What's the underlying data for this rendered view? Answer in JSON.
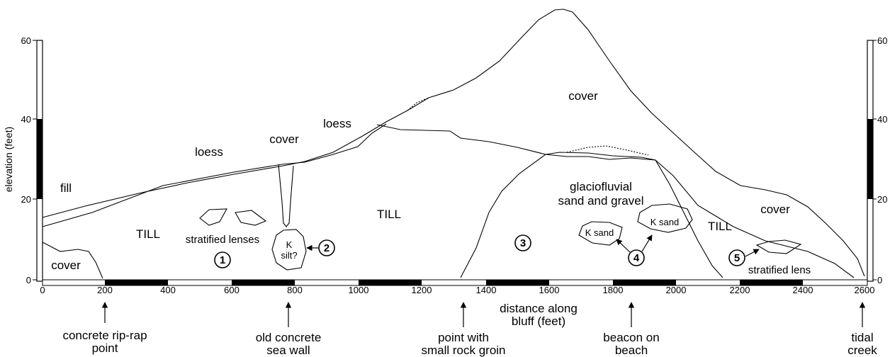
{
  "axes": {
    "y_label": "elevation (feet)",
    "y_ticks": [
      "0",
      "20",
      "40",
      "60"
    ],
    "x_ticks": [
      "0",
      "200",
      "400",
      "600",
      "800",
      "1000",
      "1200",
      "1400",
      "1600",
      "1800",
      "2000",
      "2200",
      "2400",
      "2600"
    ],
    "x_label_line1": "distance along",
    "x_label_line2": "bluff (feet)",
    "x_range": [
      0,
      2600
    ],
    "y_range": [
      0,
      60
    ]
  },
  "units": {
    "cover_large": "cover",
    "cover_left_bottom": "cover",
    "cover_gully": "cover",
    "cover_right": "cover",
    "fill": "fill",
    "loess_left": "loess",
    "loess_mid": "loess",
    "till_left": "TILL",
    "till_center": "TILL",
    "till_right": "TILL",
    "glacio_line1": "glaciofluvial",
    "glacio_line2": "sand and gravel",
    "stratified_lenses": "stratified lenses",
    "stratified_lens": "stratified lens",
    "k_silt_line1": "K",
    "k_silt_line2": "silt?",
    "k_sand_left": "K sand",
    "k_sand_right": "K sand"
  },
  "sites": [
    "1",
    "2",
    "3",
    "4",
    "5"
  ],
  "landmarks": [
    {
      "line1": "concrete rip-rap",
      "line2": "point",
      "distance": 200
    },
    {
      "line1": "old concrete",
      "line2": "sea wall",
      "distance": 775
    },
    {
      "line1": "point with",
      "line2": "small rock groin",
      "distance": 1320
    },
    {
      "line1": "beacon on",
      "line2": "beach",
      "distance": 1850
    },
    {
      "line1": "tidal",
      "line2": "creek",
      "distance": 2590
    }
  ]
}
